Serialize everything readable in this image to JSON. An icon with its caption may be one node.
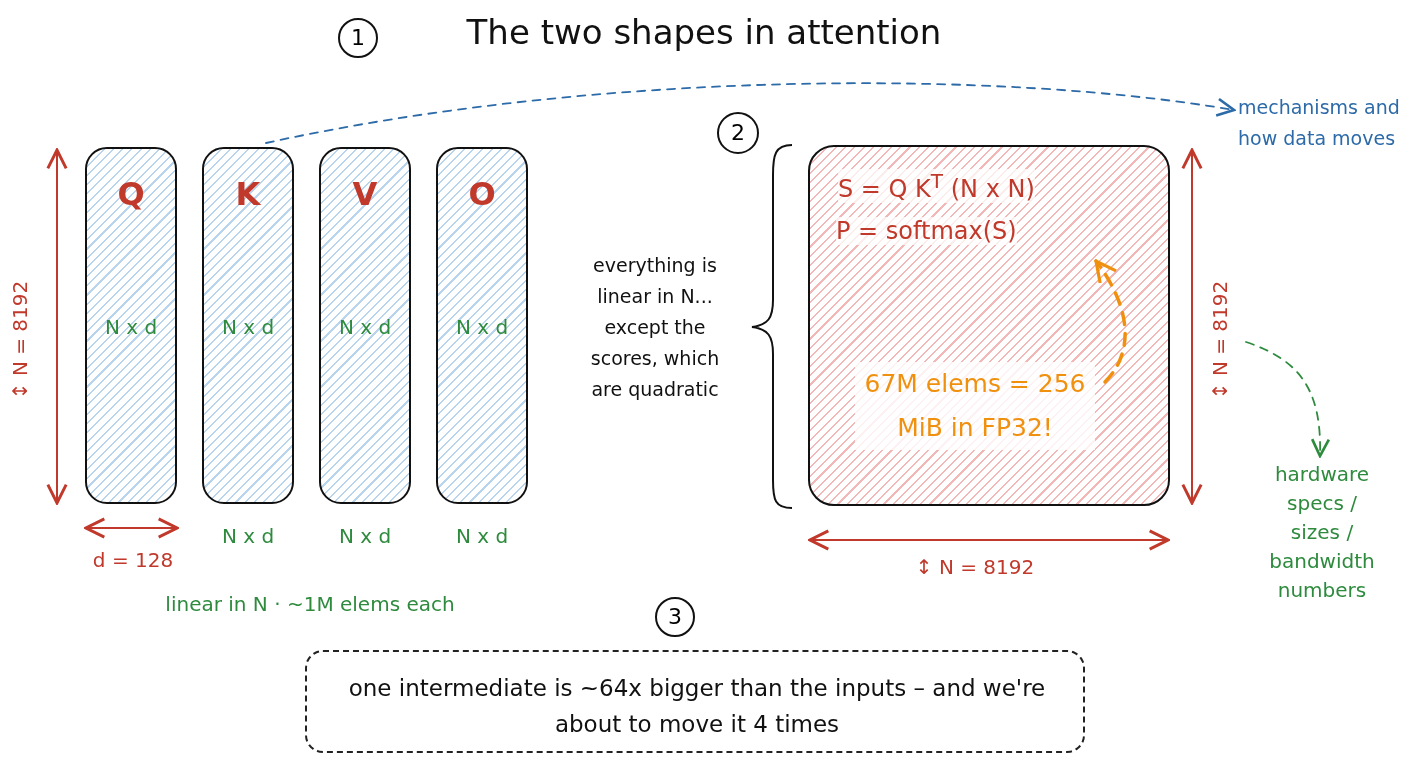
{
  "diagram": {
    "title": "The two shapes in attention",
    "nodes": [
      {
        "text": [
          "Q",
          "N x d"
        ]
      },
      {
        "text": [
          "K",
          "N x d"
        ],
        "beside": [
          "N x d"
        ]
      },
      {
        "text": [
          "V",
          "N x d"
        ],
        "beside": [
          "N x d"
        ]
      },
      {
        "text": [
          "O",
          "N x d"
        ],
        "beside": [
          "N x d"
        ]
      },
      {
        "text": [
          "S = Q K$^{T}$ (N x N)"
        ]
      },
      {
        "text": [
          "P = softmax(S)"
        ],
        "in": 4
      },
      {
        "text": [
          "67M elems = 256 MiB in FP32!"
        ],
        "in": 4
      },
      {
        "text": [
          "mechanisms and how data moves"
        ]
      },
      {
        "text": [
          "hardware specs / sizes / bandwidth numbers"
        ]
      },
      {
        "text": [
          "everything is linear in N... except the scores, which are quadratic"
        ]
      },
      {
        "text": [
          "one intermediate is ~64x bigger than the inputs – and we're about to move it 4 times"
        ]
      }
    ],
    "edges": [
      {
        "from": 1,
        "to": 7,
        "arrow": "to",
        "style": "dashed",
        "color": "#2c6aa8"
      },
      {
        "from": null,
        "to": 8,
        "arrow": "to",
        "style": "dashed",
        "color": "#2e8b3e"
      },
      {
        "from": 6,
        "to": 5,
        "arrow": "to",
        "style": "dashed",
        "color": "#f0900f"
      }
    ],
    "labels": [
      "1",
      "2",
      "↕ N = 8192",
      "↕ N = 8192",
      "d = 128",
      "↕ N = 8192",
      "linear in N · ~1M elems each",
      "3"
    ]
  }
}
